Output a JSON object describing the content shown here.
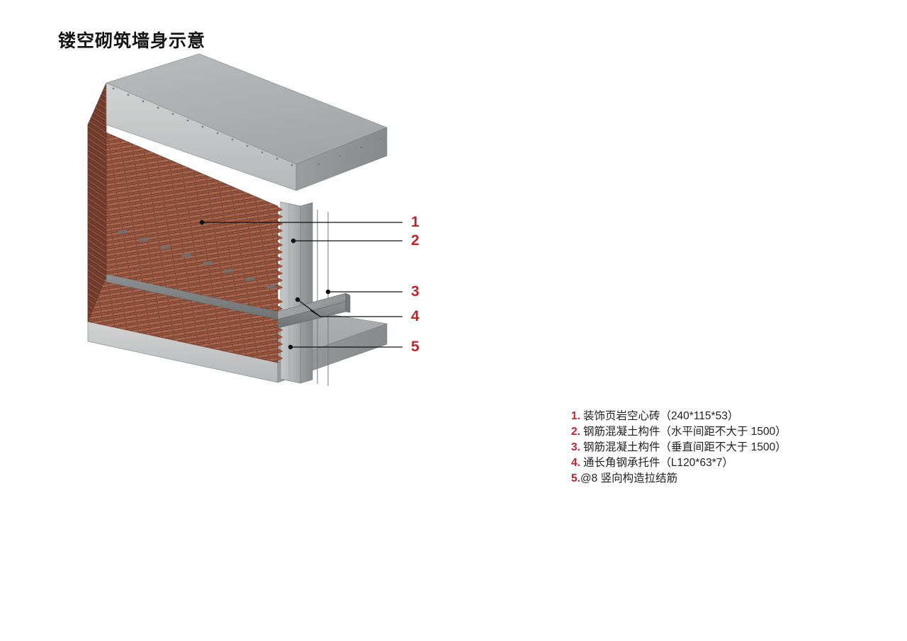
{
  "title": "镂空砌筑墙身示意",
  "colors": {
    "accent_red": "#cc1f28",
    "text": "#1f1f1f",
    "brick": "#a4604a",
    "brick_dark": "#8a4a38",
    "concrete_light": "#c9cbcb",
    "concrete_mid": "#aeb1b1",
    "concrete_dark": "#8e9191",
    "leader_line": "#111111",
    "background": "#ffffff"
  },
  "figure": {
    "name": "镂空砌筑墙身轴测剖面图",
    "parts": {
      "top_slab": "顶部混凝土楼板",
      "bottom_slab": "底部混凝土楼板",
      "brick_wall": "装饰页岩空心砖墙体",
      "concrete_column": "钢筋混凝土竖向构件",
      "angle_bracket": "通长角钢承托件",
      "tie_bars": "竖向构造拉结筋"
    }
  },
  "callouts": [
    {
      "id": "1",
      "label": "1"
    },
    {
      "id": "2",
      "label": "2"
    },
    {
      "id": "3",
      "label": "3"
    },
    {
      "id": "4",
      "label": "4"
    },
    {
      "id": "5",
      "label": "5"
    }
  ],
  "legend": {
    "items": [
      {
        "index": "1.",
        "text": "装饰页岩空心砖（240*115*53）",
        "spacing": "gap"
      },
      {
        "index": "2.",
        "text": "钢筋混凝土构件（水平间距不大于 1500）",
        "spacing": "gap"
      },
      {
        "index": "3.",
        "text": "钢筋混凝土构件（垂直间距不大于 1500）",
        "spacing": "gap"
      },
      {
        "index": "4.",
        "text": "通长角钢承托件（L120*63*7）",
        "spacing": "gap"
      },
      {
        "index": "5.",
        "text": "@8 竖向构造拉结筋",
        "spacing": "tight"
      }
    ]
  }
}
